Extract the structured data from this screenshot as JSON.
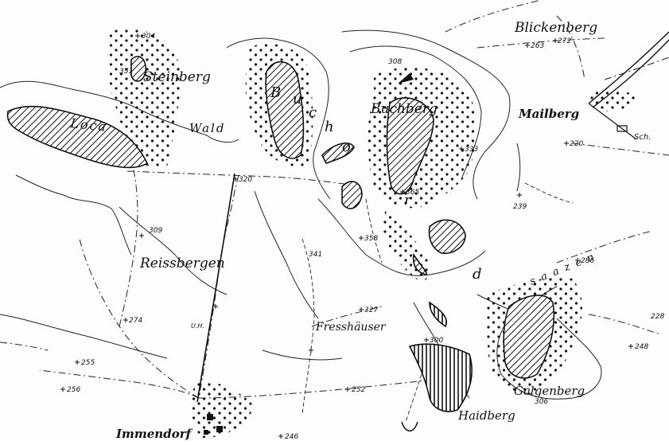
{
  "labels": {
    "blickenberg": "Blickenberg",
    "steinberg": "Steinberg",
    "buchberg": "Buchberg",
    "mailberg": "Mailberg",
    "sch": "Sch.",
    "reissbergen": "Reissbergen",
    "fresshauser": "Fresshäuser",
    "galgenberg": "Galgenberg",
    "haidberg": "Haidberg",
    "immendorf": "Immendorf",
    "wald": "Wald",
    "loca": "Loca",
    "forest_letters": [
      "B",
      "u",
      "c",
      "h",
      "o",
      "r",
      "d"
    ],
    "saazen": "s a a z e n",
    "uh": "U.H."
  },
  "elevations": [
    "304",
    "351",
    "308",
    "263",
    "272",
    "333",
    "320",
    "220",
    "365",
    "239",
    "309",
    "358",
    "341",
    "286",
    "327",
    "274",
    "300",
    "228",
    "248",
    "255",
    "256",
    "252",
    "306",
    "246"
  ]
}
